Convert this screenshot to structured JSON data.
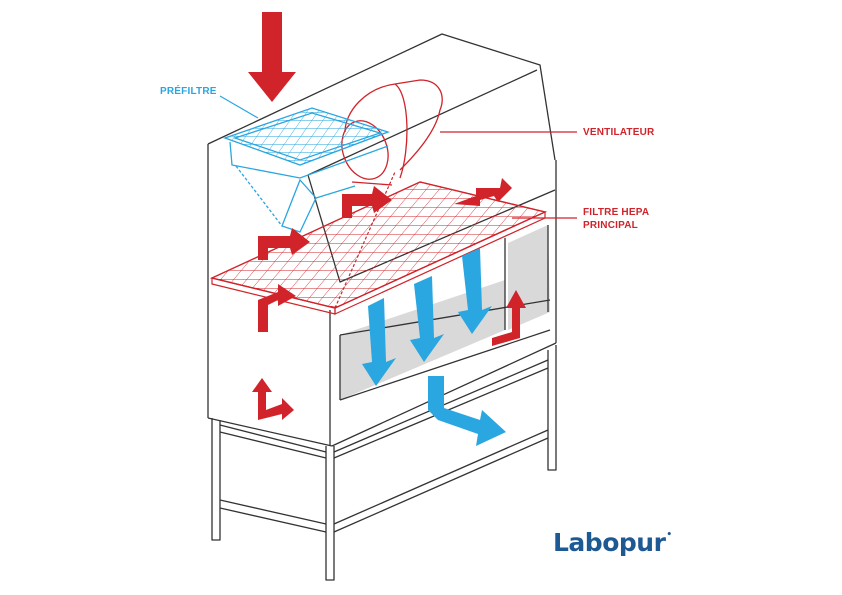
{
  "labels": {
    "prefilter": "PRÉFILTRE",
    "fan": "VENTILATEUR",
    "hepa_line1": "FILTRE HEPA",
    "hepa_line2": "PRINCIPAL"
  },
  "logo": {
    "text": "Labopur",
    "mark": "•"
  },
  "colors": {
    "outline": "#333333",
    "contaminated_air": "#d0232a",
    "filtered_air": "#2aa6e0",
    "work_zone": "#d9d9d9",
    "logo": "#1d5a93"
  },
  "icons": {
    "arrow_in": "arrow-down-icon",
    "airflow_red": "curved-arrow-icon",
    "airflow_blue": "arrow-down-icon"
  }
}
